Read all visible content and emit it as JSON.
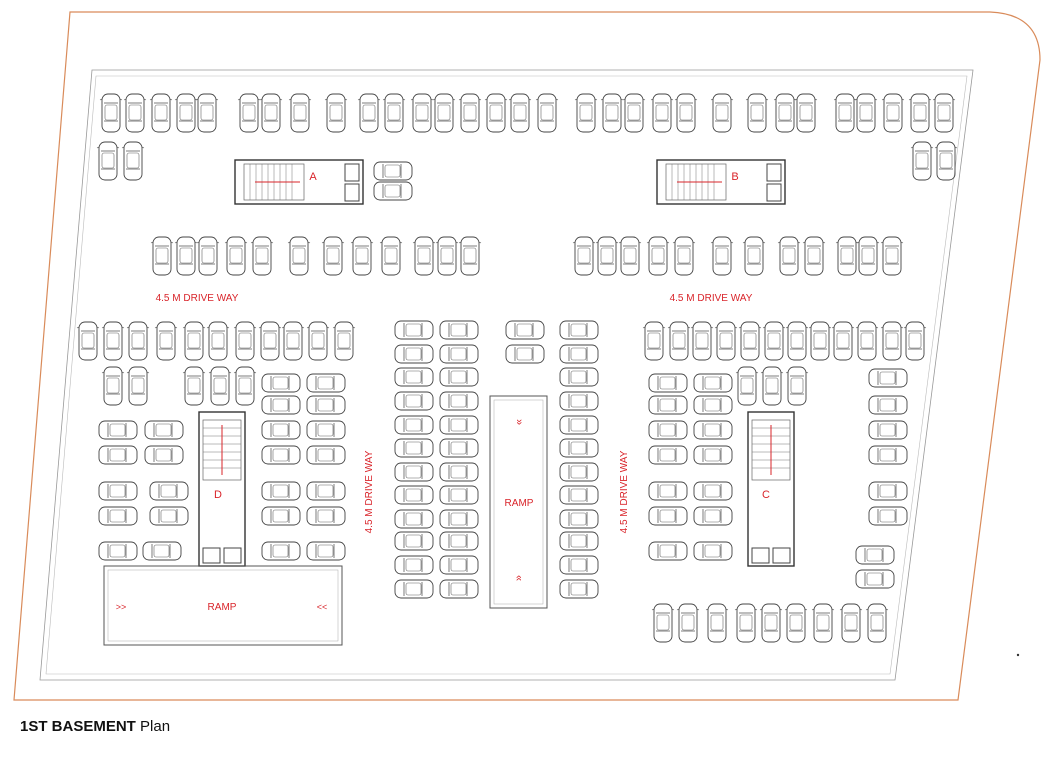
{
  "caption": {
    "bold": "1ST BASEMENT",
    "rest": "Plan"
  },
  "driveway_label": "4.5 M DRIVE WAY",
  "ramp_label": "RAMP",
  "ramp_arrows": {
    "left": ">>",
    "right": "<<",
    "down": "»",
    "up": "»"
  },
  "stair_cores": [
    {
      "id": "a",
      "label": "A"
    },
    {
      "id": "b",
      "label": "B"
    },
    {
      "id": "c",
      "label": "C"
    },
    {
      "id": "d",
      "label": "D"
    }
  ],
  "colors": {
    "site_boundary": "#d98b5a",
    "labels": "#d9242a",
    "lines": "#555555"
  }
}
